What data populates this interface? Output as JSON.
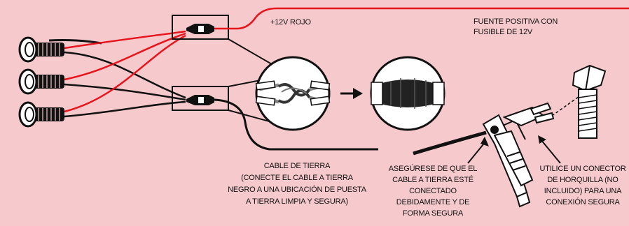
{
  "colors": {
    "background": "#f6c9cc",
    "positive_wire": "#e8141b",
    "ground_wire": "#111111",
    "outline": "#111111"
  },
  "labels": {
    "positive": "+12V ROJO",
    "fuse_line1": "FUENTE POSITIVA CON",
    "fuse_line2": "FUSIBLE DE 12V",
    "ground_line1": "CABLE DE TIERRA",
    "ground_line2": "(CONECTE EL CABLE A TIERRA",
    "ground_line3": "NEGRO A UNA UBICACIÓN DE PUESTA",
    "ground_line4": "A TIERRA LIMPIA Y SEGURA)",
    "secure_line1": "ASEGÚRESE DE QUE EL",
    "secure_line2": "CABLE A TIERRA ESTÉ",
    "secure_line3": "CONECTADO",
    "secure_line4": "DEBIDAMENTE Y DE",
    "secure_line5": "FORMA SEGURA",
    "fork_line1": "UTILICE UN CONECTOR",
    "fork_line2": "DE HORQUILLA (NO",
    "fork_line3": "INCLUIDO) PARA UNA",
    "fork_line4": "CONEXIÓN SEGURA"
  },
  "icons": [
    "led-light-icon",
    "crimp-connector-icon",
    "twisted-wire-icon",
    "taped-splice-icon",
    "arrow-right-icon",
    "alligator-clip-icon",
    "fork-terminal-icon",
    "bolt-icon"
  ]
}
